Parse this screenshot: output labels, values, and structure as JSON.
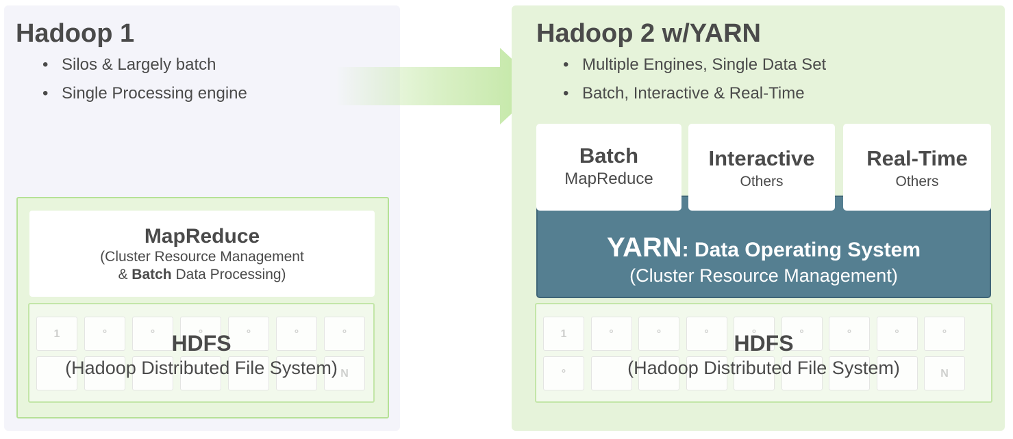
{
  "left": {
    "title": "Hadoop 1",
    "bullets": [
      "Silos & Largely batch",
      "Single Processing engine"
    ],
    "mapreduce": {
      "title": "MapReduce",
      "line1": "(Cluster Resource Management",
      "line2_prefix": "& ",
      "line2_bold": "Batch",
      "line2_suffix": " Data Processing)"
    },
    "hdfs": {
      "title": "HDFS",
      "subtitle": "(Hadoop Distributed File System)",
      "cells_row1": [
        "1",
        "°",
        "°",
        "°",
        "°",
        "°",
        "°"
      ],
      "cells_row2": [
        "",
        "",
        "",
        "",
        "",
        "",
        "N"
      ]
    }
  },
  "right": {
    "title": "Hadoop 2 w/YARN",
    "bullets": [
      "Multiple Engines, Single Data Set",
      "Batch, Interactive & Real-Time"
    ],
    "engines": [
      {
        "title": "Batch",
        "subtitle": "MapReduce"
      },
      {
        "title": "Interactive",
        "subtitle": "Others"
      },
      {
        "title": "Real-Time",
        "subtitle": "Others"
      }
    ],
    "yarn": {
      "title": "YARN",
      "title_rest": ": Data Operating System",
      "subtitle": "(Cluster Resource Management)"
    },
    "hdfs": {
      "title": "HDFS",
      "subtitle": "(Hadoop Distributed File System)",
      "cells_row1": [
        "1",
        "°",
        "°",
        "°",
        "°",
        "°",
        "°",
        "°",
        "°"
      ],
      "cells_row2": [
        "°",
        "",
        "",
        "",
        "",
        "",
        "",
        "",
        "N"
      ]
    }
  },
  "colors": {
    "left_panel": "#f4f4fa",
    "right_panel": "#e6f3da",
    "frame_border": "#b5e196",
    "yarn_fill": "#557f91",
    "arrow": "#bfe6a0"
  }
}
